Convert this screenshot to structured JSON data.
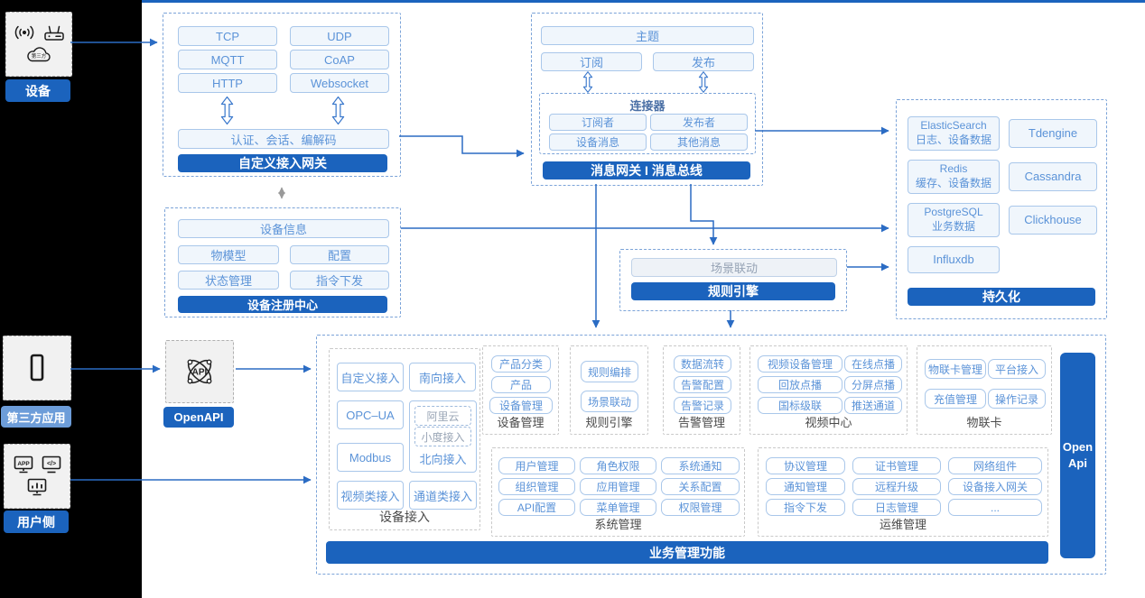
{
  "colors": {
    "accent": "#1b63bd",
    "pill_border": "#a9c7ea",
    "pill_text": "#5b93d8",
    "dashed_border": "#7ba3d8",
    "arrow": "#2b6cc4"
  },
  "left_rail": {
    "device": {
      "label": "设备",
      "icons": [
        "signal-icon",
        "router-icon",
        "cloud-icon"
      ],
      "cloud_text": "第三方"
    },
    "third_party": {
      "label": "第三方应用",
      "icons": [
        "phone-icon"
      ]
    },
    "user_side": {
      "label": "用户侧",
      "icons": [
        "app-window-icon",
        "code-window-icon",
        "chart-window-icon"
      ],
      "app_text": "APP",
      "code_text": "</>"
    }
  },
  "gateway_box": {
    "pills": [
      "TCP",
      "UDP",
      "MQTT",
      "CoAP",
      "HTTP",
      "Websocket"
    ],
    "auth_pill": "认证、会话、编解码",
    "title": "自定义接入网关"
  },
  "message_box": {
    "topic": "主题",
    "subscribe": "订阅",
    "publish": "发布",
    "connector": {
      "title": "连接器",
      "pills": [
        "订阅者",
        "发布者",
        "设备消息",
        "其他消息"
      ]
    },
    "title": "消息网关 I 消息总线"
  },
  "persistence_box": {
    "cells": [
      {
        "line1": "ElasticSearch",
        "line2": "日志、设备数据"
      },
      {
        "line1": "Tdengine"
      },
      {
        "line1": "Redis",
        "line2": "缓存、设备数据"
      },
      {
        "line1": "Cassandra"
      },
      {
        "line1": "PostgreSQL",
        "line2": "业务数据"
      },
      {
        "line1": "Clickhouse"
      },
      {
        "line1": "Influxdb"
      }
    ],
    "title": "持久化"
  },
  "registry_box": {
    "info_pill": "设备信息",
    "pills": [
      "物模型",
      "配置",
      "状态管理",
      "指令下发"
    ],
    "title": "设备注册中心"
  },
  "rule_box": {
    "pill": "场景联动",
    "title": "规则引擎"
  },
  "openapi": {
    "label": "OpenAPI",
    "icon_text": "API"
  },
  "business_box": {
    "title": "业务管理功能",
    "open_api_bar": "Open Api",
    "device_access": {
      "label": "设备接入",
      "pills": [
        "自定义接入",
        "南向接入",
        "OPC–UA",
        "Modbus",
        "视频类接入",
        "通道类接入"
      ],
      "north_group": {
        "sub_pills": [
          "阿里云",
          "小度接入"
        ],
        "label": "北向接入"
      }
    },
    "device_mgmt": {
      "label": "设备管理",
      "pills": [
        "产品分类",
        "产品",
        "设备管理"
      ]
    },
    "rule_engine": {
      "label": "规则引擎",
      "pills": [
        "规则编排",
        "场景联动"
      ]
    },
    "alarm_mgmt": {
      "label": "告警管理",
      "pills": [
        "数据流转",
        "告警配置",
        "告警记录"
      ]
    },
    "video_center": {
      "label": "视频中心",
      "pills": [
        "视频设备管理",
        "在线点播",
        "回放点播",
        "分屏点播",
        "国标级联",
        "推送通道"
      ]
    },
    "iot_card": {
      "label": "物联卡",
      "pills": [
        "物联卡管理",
        "平台接入",
        "充值管理",
        "操作记录"
      ]
    },
    "system_mgmt": {
      "label": "系统管理",
      "pills": [
        "用户管理",
        "角色权限",
        "系统通知",
        "组织管理",
        "应用管理",
        "关系配置",
        "API配置",
        "菜单管理",
        "权限管理"
      ]
    },
    "ops_mgmt": {
      "label": "运维管理",
      "pills": [
        "协议管理",
        "证书管理",
        "网络组件",
        "通知管理",
        "远程升级",
        "设备接入网关",
        "指令下发",
        "日志管理",
        "..."
      ]
    }
  }
}
